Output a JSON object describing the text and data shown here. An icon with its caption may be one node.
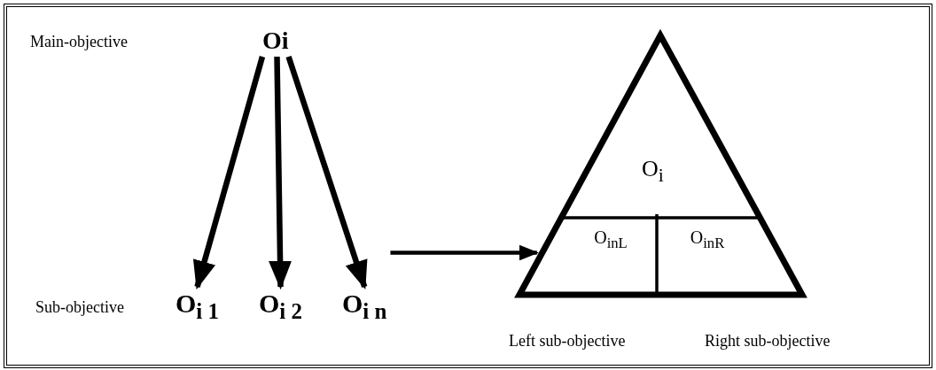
{
  "diagram": {
    "nodes": [
      {
        "text": [
          "Oi"
        ]
      },
      {
        "text": [
          "O$_{i 1}$"
        ]
      },
      {
        "text": [
          "O$_{i 2}$"
        ]
      },
      {
        "text": [
          "O$_{i n}$"
        ]
      },
      {
        "text": [
          "O$_{i}$"
        ]
      },
      {
        "text": [
          "O$_{inL}$"
        ],
        "in": 4
      },
      {
        "text": [
          "O$_{inR}$"
        ],
        "in": 4
      }
    ],
    "edges": [
      {
        "from": 0,
        "to": 1,
        "arrow": "to"
      },
      {
        "from": 0,
        "to": 2,
        "arrow": "to"
      },
      {
        "from": 0,
        "to": 3,
        "arrow": "to"
      },
      {
        "from": 3,
        "to": 4,
        "arrow": "to"
      }
    ],
    "labels": [
      "Main-objective",
      "Sub-objective",
      "Left sub-objective",
      "Right sub-objective"
    ]
  }
}
